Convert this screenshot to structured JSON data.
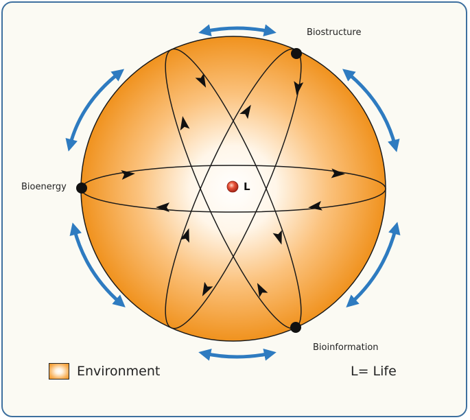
{
  "nodes": {
    "biostructure": "Biostructure",
    "bioenergy": "Bioenergy",
    "bioinformation": "Bioinformation"
  },
  "center": {
    "letter": "L"
  },
  "legend": {
    "environment": "Environment",
    "life": "L= Life"
  },
  "colors": {
    "sphere_edge": "#f0921e",
    "sphere_center": "#ffffff",
    "cycle_arrows": "#2e7bc0",
    "center_dot": "#d9452b"
  },
  "icons": {
    "orbit_arrow": "arrowhead-icon",
    "cycle_arrow": "curved-double-arrow-icon"
  }
}
